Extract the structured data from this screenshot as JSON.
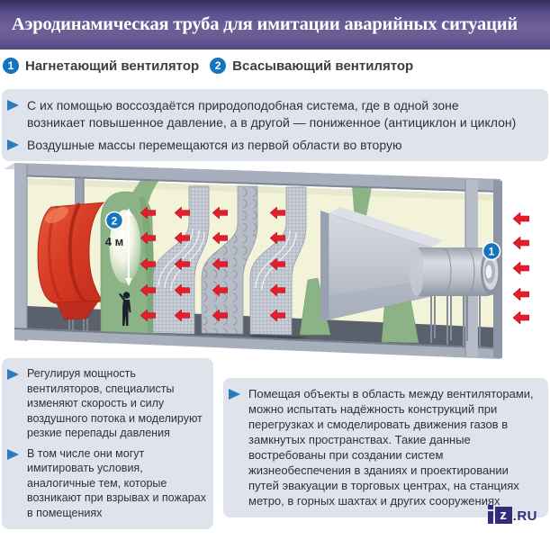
{
  "header": {
    "title": "Аэродинамическая труба для имитации аварийных ситуаций"
  },
  "legend": {
    "items": [
      {
        "number": "1",
        "label": "Нагнетающий вентилятор"
      },
      {
        "number": "2",
        "label": "Всасывающий вентилятор"
      }
    ]
  },
  "intro": {
    "bullets": [
      "С их помощью воссоздаётся природоподобная система, где в одной зоне возникает повышенное давление, а в другой — пониженное (антициклон и циклон)",
      "Воздушные массы перемещаются из первой области во вторую"
    ]
  },
  "diagram": {
    "fan_inlet_label": "1",
    "fan_outlet_label": "2",
    "opening_height": "4 м"
  },
  "details_left": {
    "bullets": [
      "Регулируя мощность вентиляторов, специалисты изменяют скорость и силу воздушного потока и моделируют резкие перепады давления",
      "В том числе они могут имитировать условия, аналогичные тем, которые возникают при взрывах и пожарах в помещениях"
    ]
  },
  "details_right": {
    "bullets": [
      "Помещая объекты в область между вентиляторами, можно испытать надёжность конструкций при перегрузках и смоделировать движения газов в замкнутых пространствах. Такие данные востребованы при создании систем жизнеобеспечения в зданиях и проектировании путей эвакуации в торговых центрах, на станциях метро, в горных шахтах и других сооружениях"
    ]
  },
  "footer": {
    "logo_i": "i",
    "logo_z": "z",
    "logo_ru": ".RU"
  },
  "colors": {
    "title_bar_purple": "#5d5190",
    "block_background": "#dee3ec",
    "bullet_blue": "#2b7bbd",
    "legend_circle_blue": "#1474be",
    "arrow_red": "#e81c2a",
    "fan_red": "#d63a24",
    "duct_green": "#8cb386",
    "wall_yellow": "#f2f3d9",
    "frame_gray": "#a8afbc",
    "logo_navy": "#322c7a",
    "text_dark": "#30313a"
  }
}
